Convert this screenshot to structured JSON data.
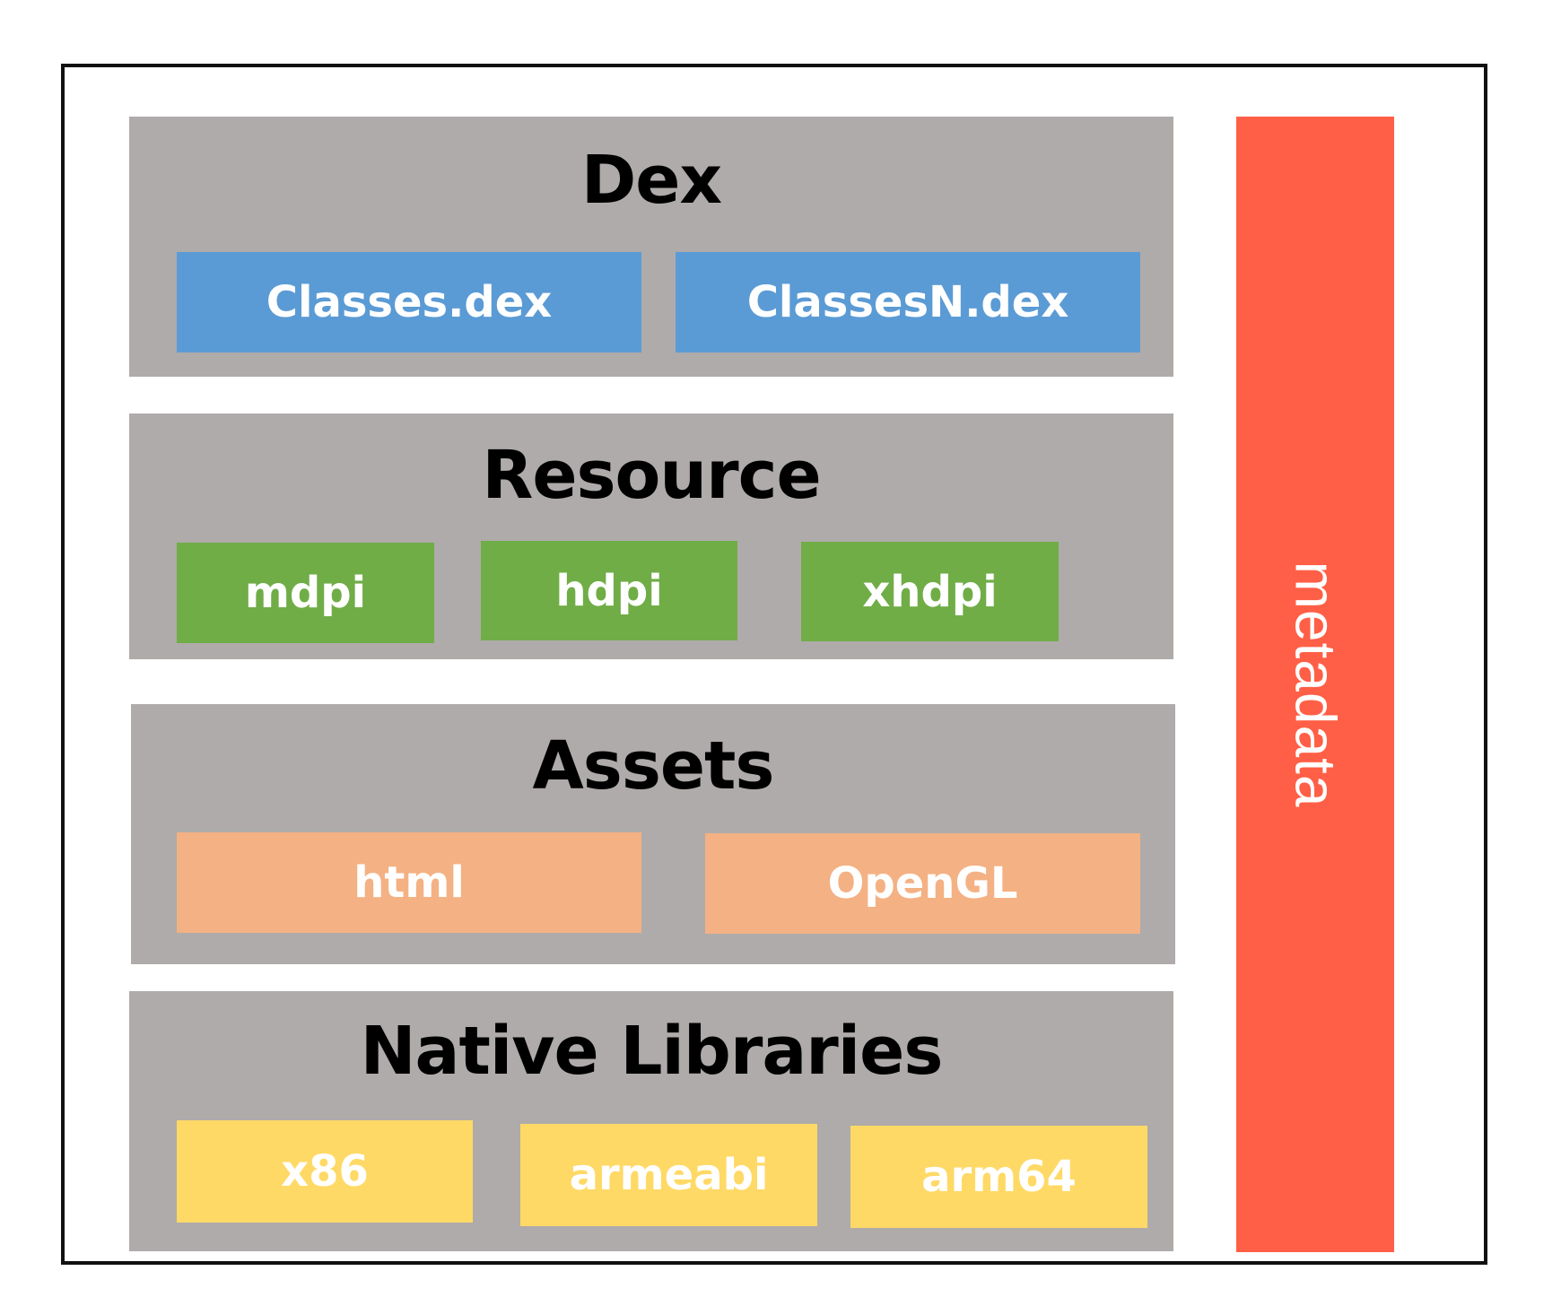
{
  "colors": {
    "section_bg": "#afabaa",
    "dex_chip": "#5b9bd5",
    "resource_chip": "#70ad47",
    "assets_chip": "#f4b183",
    "native_chip": "#ffd966",
    "metadata": "#ff5f46",
    "border": "#111111"
  },
  "sections": {
    "dex": {
      "title": "Dex",
      "items": [
        "Classes.dex",
        "ClassesN.dex"
      ]
    },
    "resource": {
      "title": "Resource",
      "items": [
        "mdpi",
        "hdpi",
        "xhdpi"
      ]
    },
    "assets": {
      "title": "Assets",
      "items": [
        "html",
        "OpenGL"
      ]
    },
    "native": {
      "title": "Native Libraries",
      "items": [
        "x86",
        "armeabi",
        "arm64"
      ]
    }
  },
  "metadata": {
    "label": "metadata"
  }
}
